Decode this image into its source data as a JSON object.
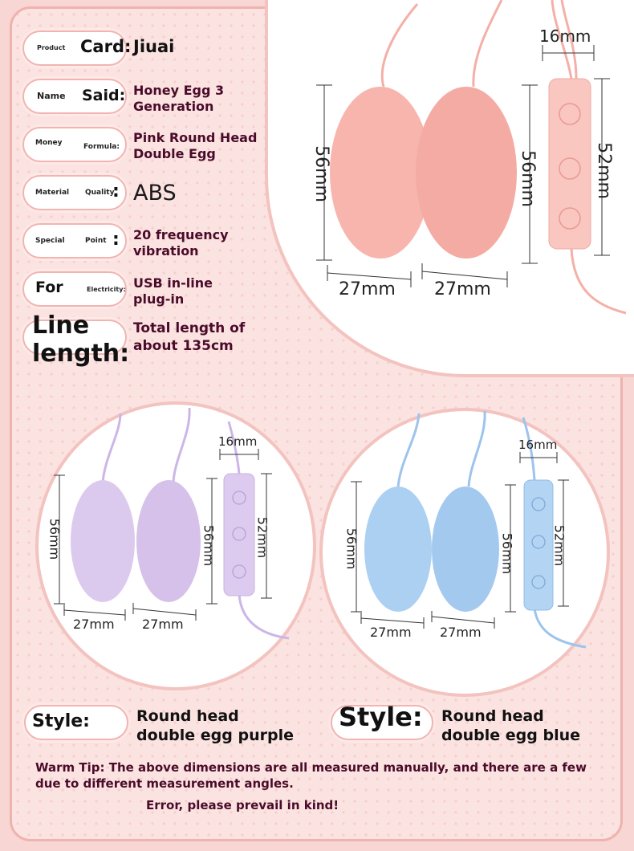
{
  "specs": [
    {
      "label_a": "Product",
      "label_b": "Card:",
      "value": "Jiuai"
    },
    {
      "label_a": "Name",
      "label_b": "Said:",
      "value": "Honey Egg 3\nGeneration"
    },
    {
      "label_a": "Money",
      "label_b": "Formula:",
      "value": "Pink Round Head\nDouble Egg"
    },
    {
      "label_a": "Material",
      "label_b": "Quality",
      "label_c": ":",
      "value": "ABS"
    },
    {
      "label_a": "Special",
      "label_b": "Point",
      "label_c": ":",
      "value": "20 frequency\nvibration"
    },
    {
      "label_a": "For",
      "label_b": "Electricity:",
      "value": "USB in-line\nplug-in"
    },
    {
      "label_a": "Line\nlength:",
      "value": "Total length of\nabout 135cm"
    }
  ],
  "pink": {
    "cable_width": "16mm",
    "egg_height_left": "56mm",
    "egg_height_right": "56mm",
    "remote_height": "52mm",
    "egg_width_left": "27mm",
    "egg_width_right": "27mm"
  },
  "purple": {
    "cable_width": "16mm",
    "egg_height_left": "56mm",
    "egg_height_right": "56mm",
    "remote_height": "52mm",
    "egg_width_left": "27mm",
    "egg_width_right": "27mm"
  },
  "blue": {
    "cable_width": "16mm",
    "egg_height_left": "56mm",
    "egg_height_right": "56mm",
    "remote_height": "52mm",
    "egg_width_left": "27mm",
    "egg_width_right": "27mm"
  },
  "styles": [
    {
      "label": "Style:",
      "value": "Round head\ndouble egg purple"
    },
    {
      "label": "Style:",
      "value": "Round head\ndouble egg blue"
    }
  ],
  "tip": "Warm Tip: The above dimensions are all measured manually, and there are a few due to different measurement angles.",
  "tip2": "Error, please prevail in kind!",
  "colors": {
    "pink_egg": "#f7b5ad",
    "purple_egg": "#d9c6ec",
    "blue_egg": "#a9cdf0",
    "accent": "#4a0b2a"
  }
}
